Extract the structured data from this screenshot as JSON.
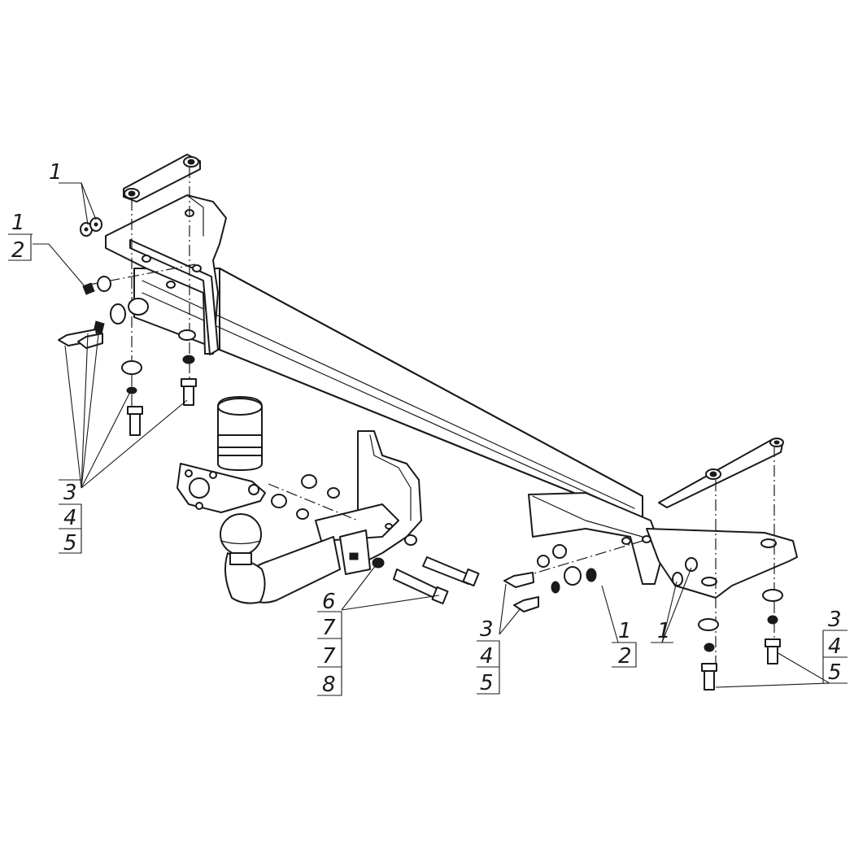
{
  "labels": {
    "tl_a": "1",
    "tl_b1": "1",
    "tl_b2": "2",
    "l_3": "3",
    "l_4": "4",
    "l_5": "5",
    "m_6": "6",
    "m_7a": "7",
    "m_7b": "7",
    "m_8": "8",
    "r_3": "3",
    "r_4": "4",
    "r_5": "5",
    "r_1a": "1",
    "r_2": "2",
    "r_1b": "1",
    "fr_3": "3",
    "fr_4": "4",
    "fr_5": "5"
  }
}
